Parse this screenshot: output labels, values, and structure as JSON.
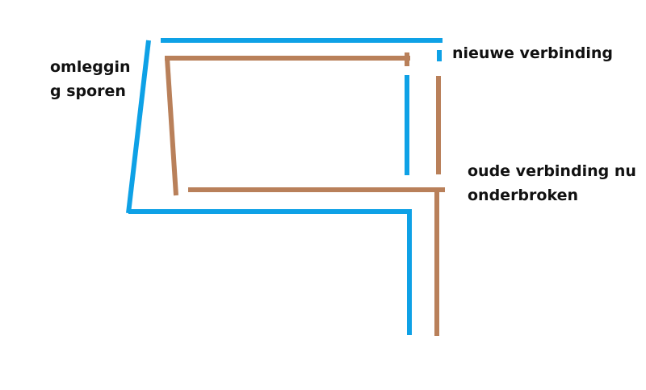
{
  "labels": {
    "omlegging": [
      "omleggin",
      "g sporen"
    ],
    "nieuwe": "nieuwe verbinding",
    "oude": [
      "oude verbinding nu",
      "onderbroken"
    ]
  },
  "colors": {
    "new_track": "#0ea1e6",
    "old_track": "#b9805a",
    "text": "#111111",
    "background": "#ffffff"
  }
}
